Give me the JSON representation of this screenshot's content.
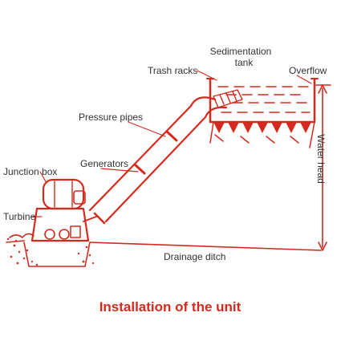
{
  "colors": {
    "line": "#d42a1e",
    "text": "#333333",
    "caption": "#d42a1e",
    "background": "#ffffff"
  },
  "labels": {
    "sedimentation_line1": "Sedimentation",
    "sedimentation_line2": "tank",
    "trash_racks": "Trash racks",
    "overflow": "Overflow",
    "pressure_pipes": "Pressure pipes",
    "generators": "Generators",
    "junction_box": "Junction box",
    "turbine": "Turbine",
    "water_head": "Water head",
    "drainage_ditch": "Drainage ditch"
  },
  "caption": "Installation of the unit"
}
